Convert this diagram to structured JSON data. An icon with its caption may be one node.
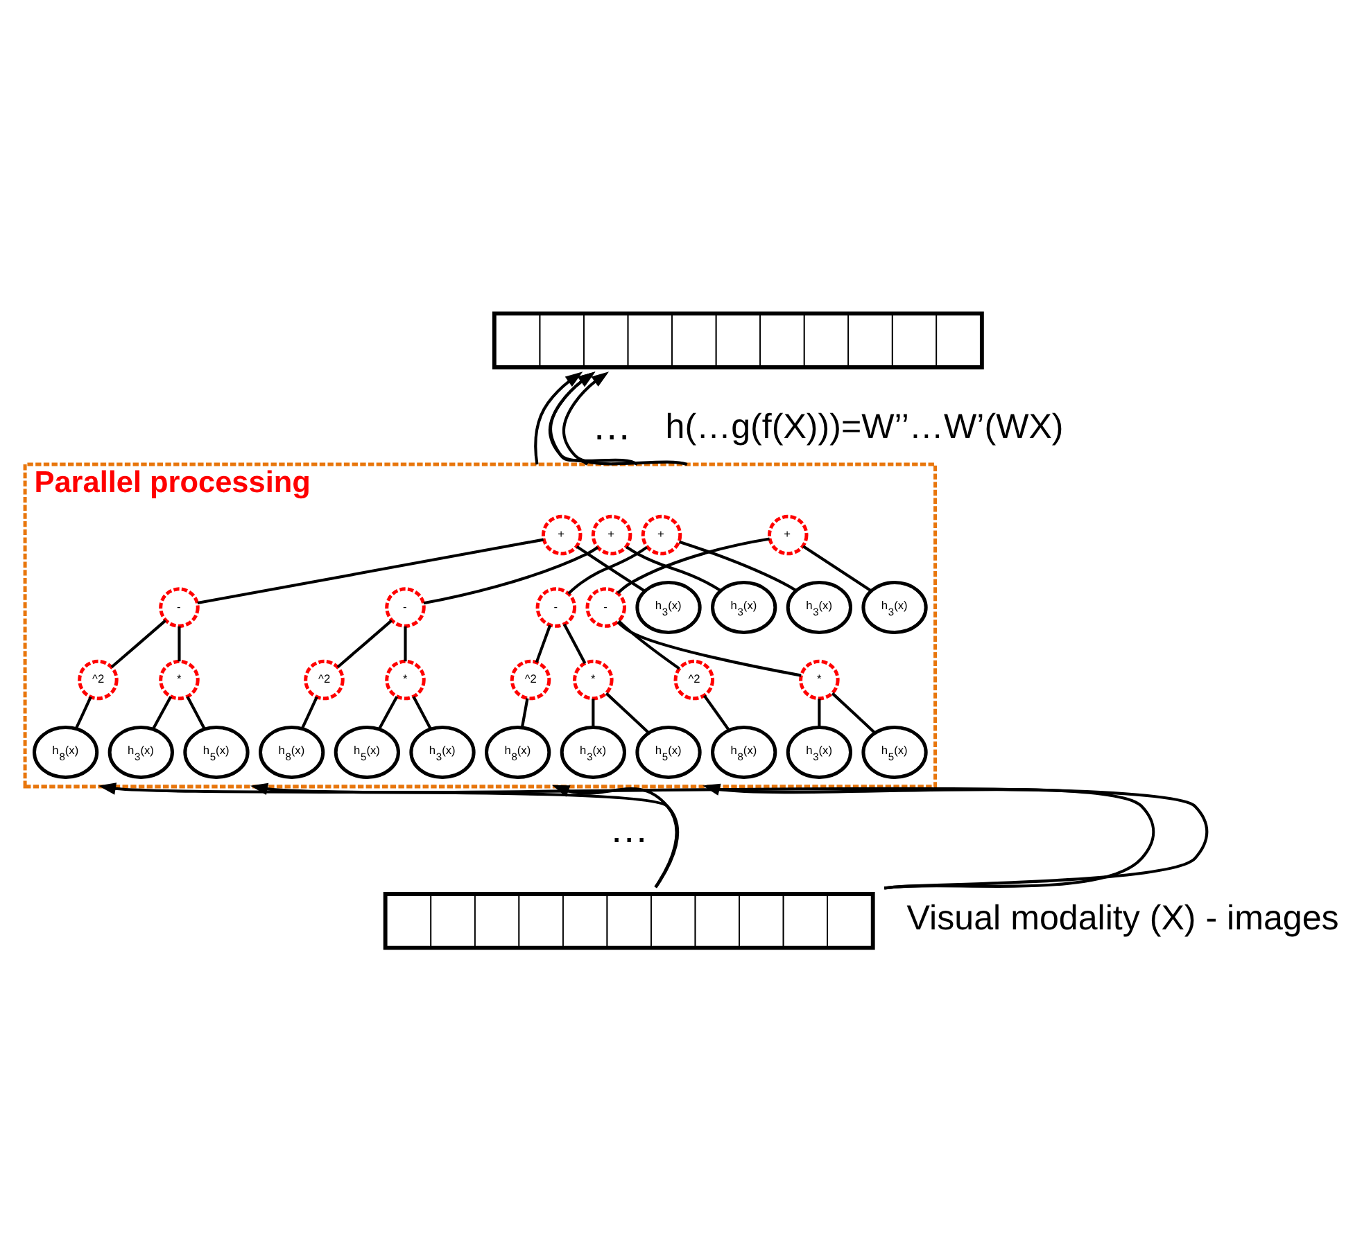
{
  "diagram": {
    "nodes": [
      {
        "text": [],
        "shape": "bar"
      },
      {
        "text": [
          "Parallel processing"
        ]
      },
      {
        "text": [
          "+"
        ],
        "in": 1
      },
      {
        "text": [
          "h$_{3}$(x)"
        ],
        "in": 1
      },
      {
        "text": [
          "-"
        ],
        "in": 1
      },
      {
        "text": [
          "^2"
        ],
        "in": 1
      },
      {
        "text": [
          "*"
        ],
        "in": 1
      },
      {
        "text": [
          "h$_{8}$(x)"
        ],
        "in": 1
      },
      {
        "text": [
          "h$_{3}$(x)"
        ],
        "in": 1
      },
      {
        "text": [
          "h$_{5}$(x)"
        ],
        "in": 1
      },
      {
        "text": [
          "+"
        ],
        "in": 1
      },
      {
        "text": [
          "h$_{3}$(x)"
        ],
        "in": 1
      },
      {
        "text": [
          "-"
        ],
        "in": 1
      },
      {
        "text": [
          "^2"
        ],
        "in": 1
      },
      {
        "text": [
          "*"
        ],
        "in": 1
      },
      {
        "text": [
          "h$_{8}$(x)"
        ],
        "in": 1
      },
      {
        "text": [
          "h$_{3}$(x)"
        ],
        "in": 1
      },
      {
        "text": [
          "h$_{5}$(x)"
        ],
        "in": 1
      },
      {
        "text": [
          "+"
        ],
        "in": 1
      },
      {
        "text": [
          "h$_{3}$(x)"
        ],
        "in": 1
      },
      {
        "text": [
          "-"
        ],
        "in": 1
      },
      {
        "text": [
          "^2"
        ],
        "in": 1
      },
      {
        "text": [
          "*"
        ],
        "in": 1
      },
      {
        "text": [
          "h$_{8}$(x)"
        ],
        "in": 1
      },
      {
        "text": [
          "h$_{3}$(x)"
        ],
        "in": 1
      },
      {
        "text": [
          "h$_{5}$(x)"
        ],
        "in": 1
      },
      {
        "text": [
          "+"
        ],
        "in": 1
      },
      {
        "text": [
          "h$_{3}$(x)"
        ],
        "in": 1
      },
      {
        "text": [
          "-"
        ],
        "in": 1
      },
      {
        "text": [
          "^2"
        ],
        "in": 1
      },
      {
        "text": [
          "*"
        ],
        "in": 1
      },
      {
        "text": [
          "h$_{8}$(x)"
        ],
        "in": 1
      },
      {
        "text": [
          "h$_{3}$(x)"
        ],
        "in": 1
      },
      {
        "text": [
          "h$_{5}$(x)"
        ],
        "in": 1
      },
      {
        "text": [],
        "shape": "bar",
        "beside": [
          "Visual modality (X) - images"
        ]
      }
    ],
    "edges": [
      {
        "from": 2,
        "to": 3,
        "arrow": "none"
      },
      {
        "from": 2,
        "to": 4,
        "arrow": "none"
      },
      {
        "from": 4,
        "to": 5,
        "arrow": "none"
      },
      {
        "from": 4,
        "to": 6,
        "arrow": "none"
      },
      {
        "from": 5,
        "to": 7,
        "arrow": "none"
      },
      {
        "from": 6,
        "to": 8,
        "arrow": "none"
      },
      {
        "from": 6,
        "to": 9,
        "arrow": "none"
      },
      {
        "from": 10,
        "to": 11,
        "arrow": "none"
      },
      {
        "from": 10,
        "to": 12,
        "arrow": "none"
      },
      {
        "from": 12,
        "to": 13,
        "arrow": "none"
      },
      {
        "from": 12,
        "to": 14,
        "arrow": "none"
      },
      {
        "from": 13,
        "to": 15,
        "arrow": "none"
      },
      {
        "from": 14,
        "to": 16,
        "arrow": "none"
      },
      {
        "from": 14,
        "to": 17,
        "arrow": "none"
      },
      {
        "from": 18,
        "to": 19,
        "arrow": "none"
      },
      {
        "from": 18,
        "to": 20,
        "arrow": "none"
      },
      {
        "from": 20,
        "to": 21,
        "arrow": "none"
      },
      {
        "from": 20,
        "to": 22,
        "arrow": "none"
      },
      {
        "from": 21,
        "to": 23,
        "arrow": "none"
      },
      {
        "from": 22,
        "to": 24,
        "arrow": "none"
      },
      {
        "from": 22,
        "to": 25,
        "arrow": "none"
      },
      {
        "from": 26,
        "to": 27,
        "arrow": "none"
      },
      {
        "from": 26,
        "to": 28,
        "arrow": "none"
      },
      {
        "from": 28,
        "to": 29,
        "arrow": "none"
      },
      {
        "from": 28,
        "to": 30,
        "arrow": "none"
      },
      {
        "from": 29,
        "to": 31,
        "arrow": "none"
      },
      {
        "from": 30,
        "to": 32,
        "arrow": "none"
      },
      {
        "from": 30,
        "to": 33,
        "arrow": "none"
      },
      {
        "from": 1,
        "to": 0,
        "arrow": "to"
      },
      {
        "from": 1,
        "to": 0,
        "arrow": "to"
      },
      {
        "from": 1,
        "to": 0,
        "arrow": "to"
      },
      {
        "from": 1,
        "to": 0,
        "arrow": "to"
      },
      {
        "from": 34,
        "to": 1,
        "arrow": "to"
      },
      {
        "from": 34,
        "to": 1,
        "arrow": "to"
      },
      {
        "from": 34,
        "to": 1,
        "arrow": "to"
      },
      {
        "from": 34,
        "to": 1,
        "arrow": "to"
      }
    ],
    "labels": [
      "…",
      "h(…g(f(X)))=W’’…W’(WX)",
      "…"
    ]
  }
}
